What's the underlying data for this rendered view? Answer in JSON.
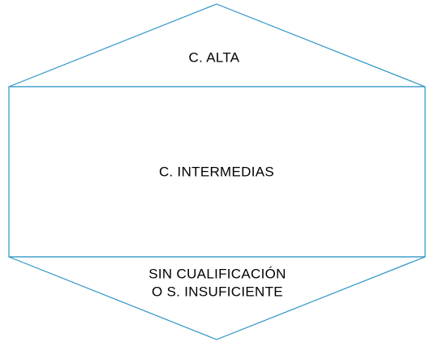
{
  "diagram": {
    "top_section": {
      "label": "C. ALTA"
    },
    "middle_section": {
      "label": "C. INTERMEDIAS"
    },
    "bottom_section": {
      "label_line1": "SIN CUALIFICACIÓN",
      "label_line2": "O S. INSUFICIENTE"
    },
    "colors": {
      "outline": "#2a93c4",
      "text": "#000000",
      "background": "#ffffff"
    }
  }
}
